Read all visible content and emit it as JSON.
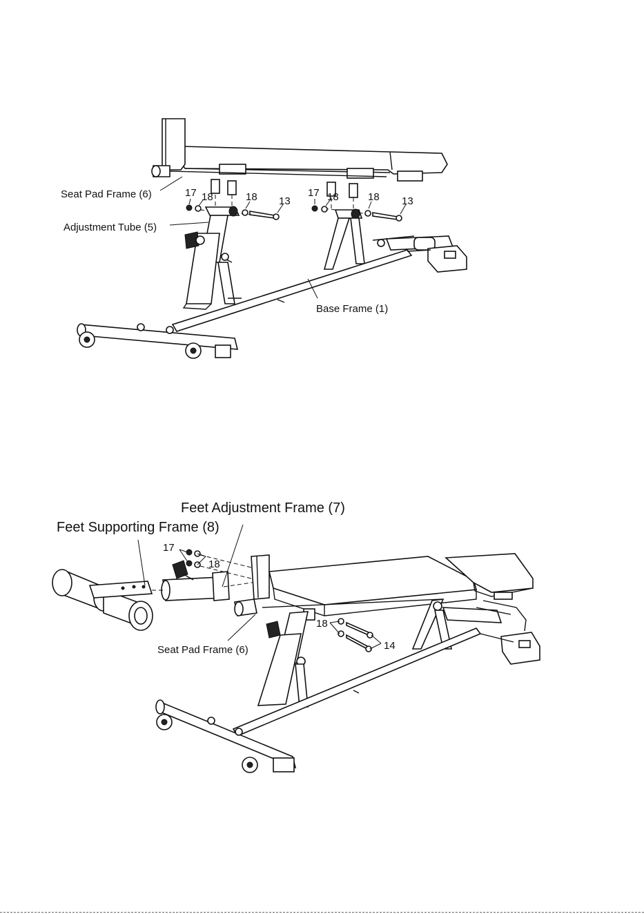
{
  "diagram1": {
    "labels": {
      "seat_pad_frame": "Seat Pad Frame (6)",
      "adjustment_tube": "Adjustment Tube (5)",
      "base_frame": "Base Frame (1)",
      "p17a": "17",
      "p18a": "18",
      "p18b": "18",
      "p13a": "13",
      "p17b": "17",
      "p18c": "18",
      "p18d": "18",
      "p13b": "13"
    }
  },
  "diagram2": {
    "labels": {
      "feet_adjustment_frame": "Feet Adjustment Frame (7)",
      "feet_supporting_frame": "Feet Supporting Frame (8)",
      "seat_pad_frame": "Seat Pad Frame (6)",
      "p17": "17",
      "p18a": "18",
      "p18b": "18",
      "p14": "14"
    }
  }
}
